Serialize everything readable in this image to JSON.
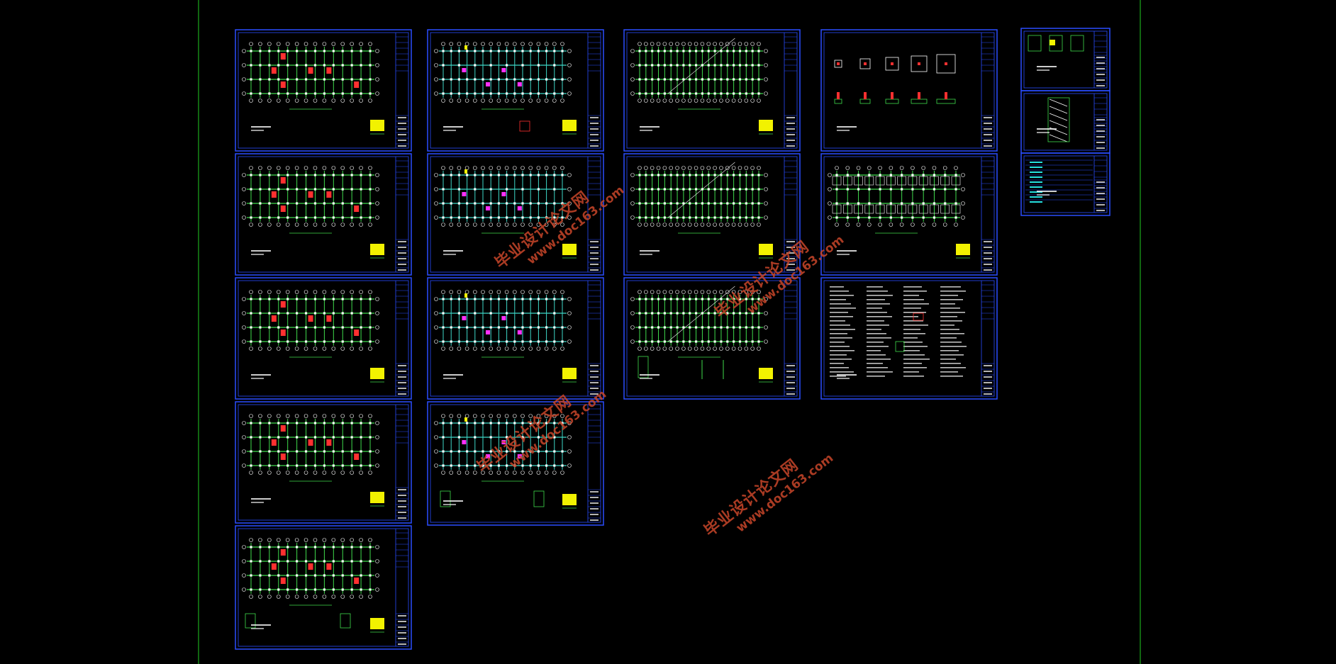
{
  "watermark": {
    "text_cn": "毕业设计论文网",
    "text_url": "www.doc163.com"
  },
  "colors": {
    "background": "#000000",
    "boundary_line": "#22cc22",
    "sheet_frame": "#2a4dff",
    "grid_line": "#3fdc4c",
    "grid_line_cyan": "#3ed8c8",
    "column": "#ffffff",
    "detail_red": "#ff3030",
    "detail_magenta": "#ff30ff",
    "legend_yellow": "#f2f200",
    "table_cyan": "#26e0e0",
    "watermark": "#c8462a"
  },
  "sheets": [
    {
      "id": "c1r1",
      "kind": "floor-plan",
      "note_block": "yellow"
    },
    {
      "id": "c1r2",
      "kind": "floor-plan",
      "note_block": "yellow"
    },
    {
      "id": "c1r3",
      "kind": "floor-plan",
      "note_block": "yellow"
    },
    {
      "id": "c1r4",
      "kind": "floor-plan",
      "note_block": "yellow"
    },
    {
      "id": "c1r5",
      "kind": "floor-plan",
      "note_block": "yellow"
    },
    {
      "id": "c2r1",
      "kind": "beam-plan",
      "note_block": "yellow"
    },
    {
      "id": "c2r2",
      "kind": "beam-plan",
      "note_block": "yellow"
    },
    {
      "id": "c2r3",
      "kind": "beam-plan",
      "note_block": "yellow"
    },
    {
      "id": "c2r4",
      "kind": "beam-plan",
      "note_block": "yellow"
    },
    {
      "id": "c3r1",
      "kind": "slab-plan",
      "note_block": "yellow"
    },
    {
      "id": "c3r2",
      "kind": "slab-plan",
      "note_block": "yellow"
    },
    {
      "id": "c3r3",
      "kind": "slab-plan",
      "note_block": "yellow"
    },
    {
      "id": "c4r1",
      "kind": "foundation-detail",
      "note_block": "none"
    },
    {
      "id": "c4r2",
      "kind": "foundation-plan",
      "note_block": "yellow"
    },
    {
      "id": "c4r3",
      "kind": "general-notes",
      "note_block": "none"
    },
    {
      "id": "c5r1",
      "kind": "stair-detail",
      "note_block": "none"
    },
    {
      "id": "c5r2",
      "kind": "stair-section",
      "note_block": "none"
    },
    {
      "id": "c5r3",
      "kind": "drawing-index",
      "note_block": "none"
    }
  ]
}
